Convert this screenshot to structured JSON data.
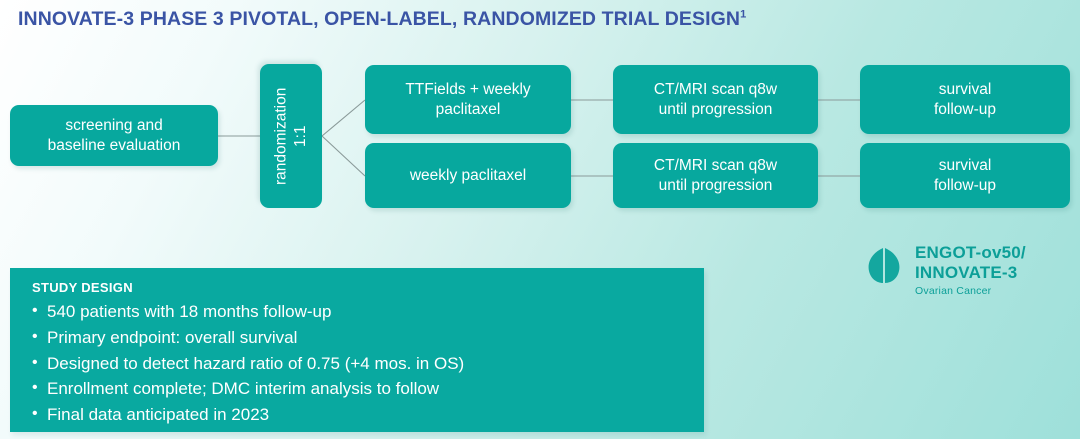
{
  "title": {
    "text": "INNOVATE-3 PHASE 3 PIVOTAL, OPEN-LABEL, RANDOMIZED TRIAL DESIGN",
    "superscript": "1",
    "color": "#3a54a5"
  },
  "theme": {
    "box_teal": "#07a89e",
    "panel_teal": "#09a9a0",
    "logo_teal": "#0c9f98",
    "background_start": "#ffffff",
    "background_end": "#9ee0da",
    "connector_gray": "#8a9a99",
    "text_on_teal": "#ffffff"
  },
  "flow": {
    "screening": "screening and\nbaseline evaluation",
    "screening_line1": "screening and",
    "screening_line2": "baseline evaluation",
    "randomization_line1": "randomization",
    "randomization_line2": "1:1",
    "arm_a_line1": "TTFields + weekly",
    "arm_a_line2": "paclitaxel",
    "arm_b_line1": "weekly paclitaxel",
    "scan_a_line1": "CT/MRI scan q8w",
    "scan_a_line2": "until progression",
    "scan_b_line1": "CT/MRI scan q8w",
    "scan_b_line2": "until progression",
    "survival_a_line1": "survival",
    "survival_a_line2": "follow-up",
    "survival_b_line1": "survival",
    "survival_b_line2": "follow-up"
  },
  "study_design": {
    "heading": "STUDY DESIGN",
    "bullet_char": "•",
    "bullets": [
      "540 patients with 18 months follow-up",
      "Primary endpoint: overall survival",
      "Designed to detect hazard ratio of 0.75 (+4 mos. in OS)",
      "Enrollment complete; DMC interim analysis to follow",
      "Final data anticipated in 2023"
    ]
  },
  "logo": {
    "mark_name": "engot-petal-logo-icon",
    "line1": "ENGOT-ov50/",
    "line2": "INNOVATE-3",
    "subtitle": "Ovarian Cancer"
  }
}
